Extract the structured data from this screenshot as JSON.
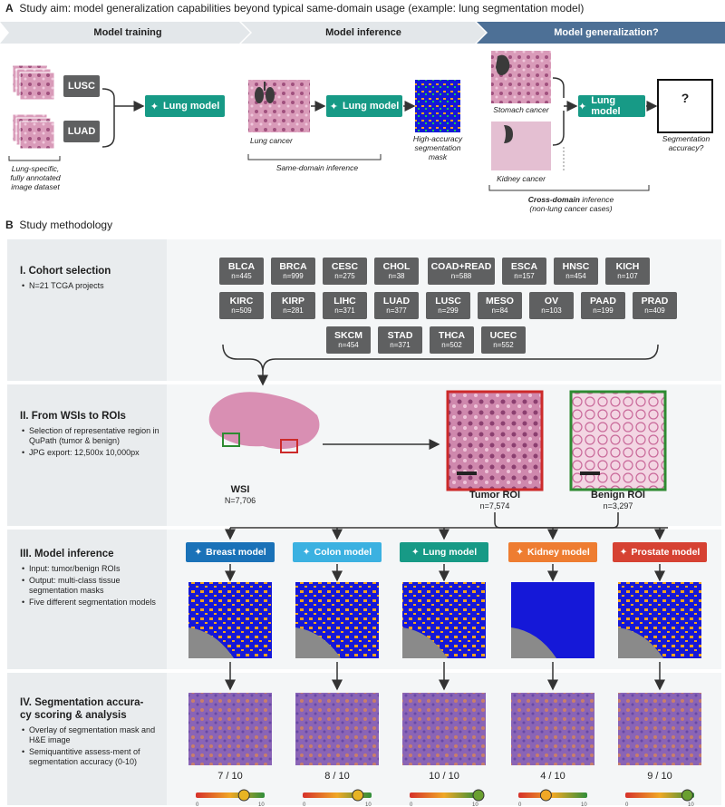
{
  "colors": {
    "teal": "#179a86",
    "dark_box": "#5f6061",
    "breast": "#1a72b8",
    "colon": "#3bb1e1",
    "lung": "#179a86",
    "kidney": "#ee7d31",
    "prostate": "#d64233",
    "tumor_border": "#cc2a2a",
    "benign_border": "#2e8b32"
  },
  "section_a": {
    "letter": "A",
    "title": "Study aim: model generalization capabilities beyond typical same-domain usage (example: lung segmentation model)",
    "stages": [
      "Model training",
      "Model inference",
      "Model generalization?"
    ],
    "lusc": "LUSC",
    "luad": "LUAD",
    "lung_model": "Lung model",
    "dataset_note": [
      "Lung-specific,",
      "fully annotated",
      "image dataset"
    ],
    "lung_cancer": "Lung cancer",
    "same_domain": "Same-domain inference",
    "mask_note": [
      "High-accuracy",
      "segmentation",
      "mask"
    ],
    "stomach": "Stomach cancer",
    "kidney": "Kidney cancer",
    "question": "?",
    "seg_acc": [
      "Segmentation",
      "accuracy?"
    ],
    "cross_domain_bold": "Cross-domain",
    "cross_domain_rest": " inference",
    "non_lung": "(non-lung cancer cases)"
  },
  "section_b": {
    "letter": "B",
    "title": "Study methodology",
    "step1": {
      "title": "I. Cohort selection",
      "bullets": [
        "N=21 TCGA projects"
      ]
    },
    "step2": {
      "title": "II. From WSIs to ROIs",
      "bullets": [
        "Selection of representative region in QuPath (tumor & benign)",
        "JPG export: 12,500x 10,000px"
      ]
    },
    "step3": {
      "title": "III. Model inference",
      "bullets": [
        "Input: tumor/benign ROIs",
        "Output: multi-class tissue segmentation masks",
        "Five different segmentation models"
      ]
    },
    "step4": {
      "title_l1": "IV. Segmentation accura-",
      "title_l2": "cy scoring & analysis",
      "bullets": [
        "Overlay of segmentation mask and H&E image",
        "Semiquantitive assess-ment of segmentation accuracy (0-10)"
      ]
    },
    "cohorts": [
      {
        "code": "BLCA",
        "n": "n=445"
      },
      {
        "code": "BRCA",
        "n": "n=999"
      },
      {
        "code": "CESC",
        "n": "n=275"
      },
      {
        "code": "CHOL",
        "n": "n=38"
      },
      {
        "code": "COAD+READ",
        "n": "n=588"
      },
      {
        "code": "ESCA",
        "n": "n=157"
      },
      {
        "code": "HNSC",
        "n": "n=454"
      },
      {
        "code": "KICH",
        "n": "n=107"
      },
      {
        "code": "KIRC",
        "n": "n=509"
      },
      {
        "code": "KIRP",
        "n": "n=281"
      },
      {
        "code": "LIHC",
        "n": "n=371"
      },
      {
        "code": "LUAD",
        "n": "n=377"
      },
      {
        "code": "LUSC",
        "n": "n=299"
      },
      {
        "code": "MESO",
        "n": "n=84"
      },
      {
        "code": "OV",
        "n": "n=103"
      },
      {
        "code": "PAAD",
        "n": "n=199"
      },
      {
        "code": "PRAD",
        "n": "n=409"
      },
      {
        "code": "SKCM",
        "n": "n=454"
      },
      {
        "code": "STAD",
        "n": "n=371"
      },
      {
        "code": "THCA",
        "n": "n=502"
      },
      {
        "code": "UCEC",
        "n": "n=552"
      }
    ],
    "wsi": "WSI",
    "wsi_n": "N=7,706",
    "tumor_roi": "Tumor ROI",
    "tumor_n": "n=7,574",
    "benign_roi": "Benign ROI",
    "benign_n": "n=3,297",
    "models": [
      {
        "label": "Breast model",
        "score": "7 / 10",
        "value": 7
      },
      {
        "label": "Colon model",
        "score": "8 / 10",
        "value": 8
      },
      {
        "label": "Lung model",
        "score": "10 / 10",
        "value": 10
      },
      {
        "label": "Kidney model",
        "score": "4 / 10",
        "value": 4
      },
      {
        "label": "Prostate model",
        "score": "9 / 10",
        "value": 9
      }
    ],
    "scale_min": "0",
    "scale_max": "10"
  }
}
